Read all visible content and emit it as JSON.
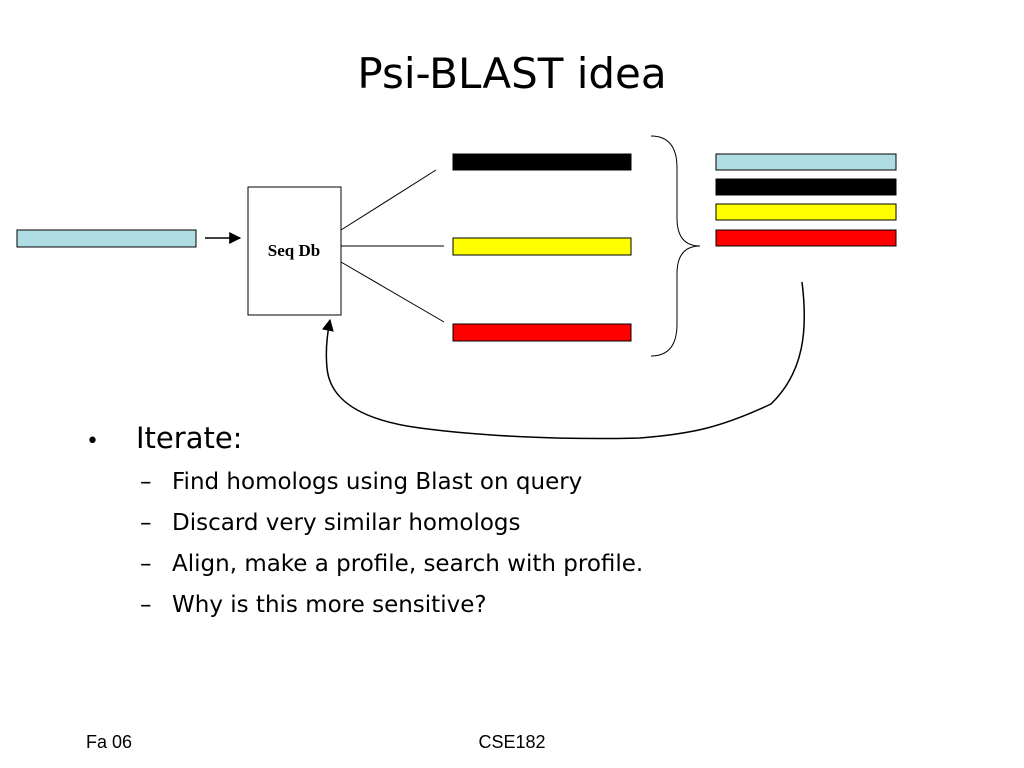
{
  "slide": {
    "title": "Psi-BLAST idea"
  },
  "diagram": {
    "database_label": "Seq Db",
    "colors": {
      "query": "#b0dde4",
      "hit_1": "#000000",
      "hit_2": "#ffff00",
      "hit_3": "#ff0000",
      "profile_rows": [
        "#b0dde4",
        "#000000",
        "#ffff00",
        "#ff0000"
      ]
    }
  },
  "bullets": {
    "main": "Iterate:",
    "bullet_symbol": "•",
    "dash_symbol": "–",
    "sub": [
      "Find homologs using Blast on query",
      "Discard very similar homologs",
      "Align, make a profile, search with profile.",
      "Why is this more sensitive?"
    ]
  },
  "footer": {
    "left": "Fa 06",
    "center": "CSE182"
  }
}
